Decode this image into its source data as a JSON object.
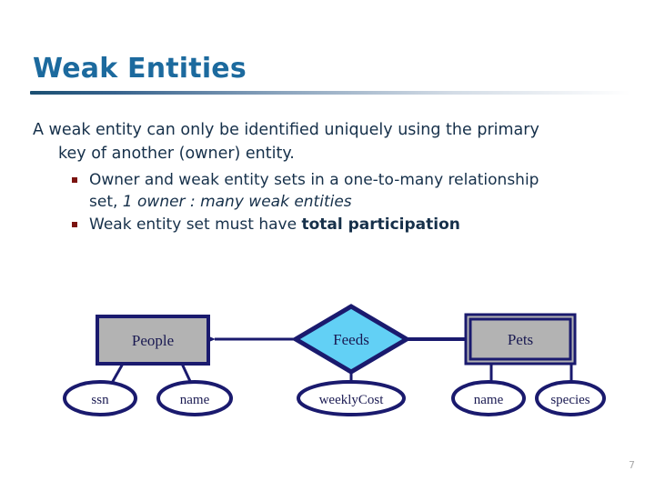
{
  "slide": {
    "title": "Weak Entities",
    "page_number": "7",
    "title_color": "#1c6a9e",
    "body_color": "#16304a",
    "bullet_marker_color": "#7b1410"
  },
  "body": {
    "lead_line1": "A weak entity can only be identified uniquely using the primary",
    "lead_line2": "key of another (owner) entity.",
    "bullets": [
      {
        "marker": "square-bullet",
        "line1_plain": "Owner and weak entity sets in a one-to-many relationship",
        "line2_prefix": "set, ",
        "line2_italic": "1 owner : many weak entities"
      },
      {
        "marker": "square-bullet",
        "text_plain": "Weak entity set must have ",
        "text_bold": "total participation"
      }
    ]
  },
  "diagram": {
    "type": "er-diagram",
    "colors": {
      "entity_fill": "#b3b3b3",
      "relationship_fill": "#62d0f5",
      "stroke": "#1a1a6e",
      "attribute_fill": "#ffffff"
    },
    "entities": [
      {
        "name": "People",
        "kind": "strong-entity",
        "double_border": false,
        "attributes": [
          "ssn",
          "name"
        ]
      },
      {
        "name": "Pets",
        "kind": "weak-entity",
        "double_border": true,
        "attributes": [
          "name",
          "species"
        ]
      }
    ],
    "relationships": [
      {
        "name": "Feeds",
        "kind": "relationship",
        "attributes": [
          "weeklyCost"
        ],
        "arrow_to": "People",
        "total_participation_to": "Pets"
      }
    ],
    "attribute_labels": {
      "ssn": "ssn",
      "people_name": "name",
      "weeklyCost": "weeklyCost",
      "pets_name": "name",
      "species": "species"
    },
    "entity_labels": {
      "people": "People",
      "feeds": "Feeds",
      "pets": "Pets"
    }
  }
}
